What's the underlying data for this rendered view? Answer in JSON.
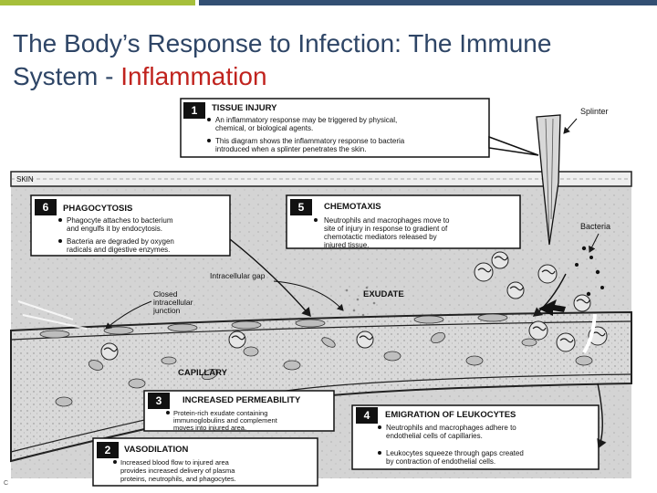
{
  "slide": {
    "title_main": "The Body’s Response to Infection:  The Immune System - ",
    "title_accent": "Inflammation",
    "footer": "C"
  },
  "colors": {
    "title": "#2e4566",
    "accent": "#c0231e",
    "bar_left": "#a6bf3b",
    "bar_right": "#334f73"
  },
  "diagram": {
    "labels": {
      "splinter": "Splinter",
      "skin": "SKIN",
      "bacteria": "Bacteria",
      "intracellular_gap": "Intracellular gap",
      "closed_junction": [
        "Closed",
        "intracellular",
        "junction"
      ],
      "exudate": "EXUDATE",
      "capillary": "CAPILLARY"
    },
    "steps": {
      "s1": {
        "num": "1",
        "title": "TISSUE INJURY",
        "bullets": [
          [
            "An inflammatory response may be triggered by physical,",
            "chemical, or biological agents."
          ],
          [
            "This diagram shows the inflammatory response to bacteria",
            "introduced when a splinter penetrates the skin."
          ]
        ]
      },
      "s6": {
        "num": "6",
        "title": "PHAGOCYTOSIS",
        "bullets": [
          [
            "Phagocyte attaches to bacterium",
            "and engulfs it by endocytosis."
          ],
          [
            "Bacteria are degraded by oxygen",
            "radicals and digestive enzymes."
          ]
        ]
      },
      "s5": {
        "num": "5",
        "title": "CHEMOTAXIS",
        "bullets": [
          [
            "Neutrophils and macrophages move to",
            "site of injury in response to gradient of",
            "chemotactic mediators released by",
            "injured tissue."
          ]
        ]
      },
      "s3": {
        "num": "3",
        "title": "INCREASED PERMEABILITY",
        "bullets": [
          [
            "Protein-rich exudate containing",
            "immunoglobulins and complement",
            "moves into injured area."
          ]
        ]
      },
      "s4": {
        "num": "4",
        "title": "EMIGRATION OF LEUKOCYTES",
        "bullets": [
          [
            "Neutrophils and macrophages adhere to",
            "endothelial cells of capillaries."
          ],
          [
            "Leukocytes squeeze through gaps created",
            "by contraction of endothelial cells."
          ]
        ]
      },
      "s2": {
        "num": "2",
        "title": "VASODILATION",
        "bullets": [
          [
            "Increased blood flow to injured area",
            "provides increased delivery of plasma",
            "proteins, neutrophils, and phagocytes."
          ]
        ]
      }
    }
  }
}
